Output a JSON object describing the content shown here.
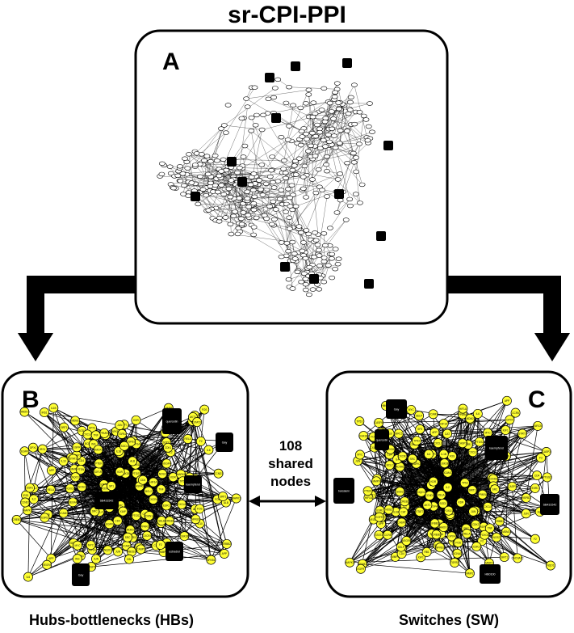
{
  "figure": {
    "title": "sr-CPI-PPI",
    "panels": {
      "a": {
        "label": "A"
      },
      "b": {
        "label": "B",
        "caption": "Hubs-bottlenecks (HBs)"
      },
      "c": {
        "label": "C",
        "caption": "Switches (SW)"
      }
    },
    "shared": {
      "count": "108",
      "line1": "shared",
      "line2": "nodes"
    }
  },
  "colors": {
    "node_yellow": "#ffff33",
    "node_black": "#000000",
    "node_white": "#ffffff",
    "background": "#ffffff"
  },
  "panel_b_nodes": [
    "CD4",
    "CBL",
    "IRS1",
    "AKT1",
    "STAT3",
    "IL6",
    "BCL2",
    "JUN",
    "FOS",
    "EGFR",
    "TP53",
    "MYC",
    "PTGS2",
    "NFKB1",
    "ESR1",
    "HIF1A",
    "RELA",
    "TNF",
    "VEGFA",
    "MAPK1",
    "MMP9",
    "CASP3",
    "IL1B",
    "APP",
    "ALB",
    "F2",
    "INS",
    "SRC",
    "KDR",
    "SOD1",
    "SIRT1",
    "CDK1",
    "CCND1",
    "ABCB1",
    "PPARG",
    "GSK3B",
    "NOS3",
    "HSPA5",
    "MDM2",
    "CDKN1A",
    "IGF1R",
    "ERBB2",
    "PTEN",
    "FOXO3",
    "CXCL8",
    "HMOX1",
    "NQO1",
    "CAT",
    "GPX1",
    "TGFB1",
    "IL10",
    "IL2",
    "CXCR4",
    "ICAM1",
    "SELE",
    "VCAM1",
    "MAPK8",
    "CREB1",
    "SP1",
    "XIAP"
  ],
  "panel_b_black_labels": [
    "Gay",
    "quercetin",
    "kaempferol",
    "SB431542",
    "estradiol"
  ],
  "panel_c_nodes": [
    "CACNA1C",
    "F2",
    "ALB",
    "APP",
    "IL2",
    "IL6",
    "TNF",
    "JUN",
    "FOS",
    "MYC",
    "AKT1",
    "STAT3",
    "BCL2",
    "EGFR",
    "TP53",
    "ESR1",
    "PTGS2",
    "HIF1A",
    "VEGFA",
    "MMP2",
    "MMP9",
    "CASP3",
    "CASP8",
    "NFKB1",
    "RELA",
    "IL1B",
    "CXCL8",
    "CD4",
    "CCR5",
    "SRC",
    "KDR",
    "SOD2",
    "SIRT1",
    "CDK2",
    "CCND1",
    "PPARA",
    "GSK3B",
    "NOS2",
    "HSPB1",
    "MDM2",
    "CDKN1B",
    "IGF1",
    "ERBB3",
    "PTEN",
    "FOXO1",
    "HMOX1",
    "NQO1",
    "CAT",
    "GPX4",
    "TGFB2",
    "IL4",
    "CXCR2",
    "ICAM1",
    "SELP",
    "VCAM1",
    "MAPK3",
    "CREB1",
    "SP3",
    "BIRC5",
    "RB1"
  ],
  "panel_c_black_labels": [
    "Gay",
    "quercetin",
    "baicalein",
    "kaempferol",
    "SB431542",
    "HB0100"
  ]
}
